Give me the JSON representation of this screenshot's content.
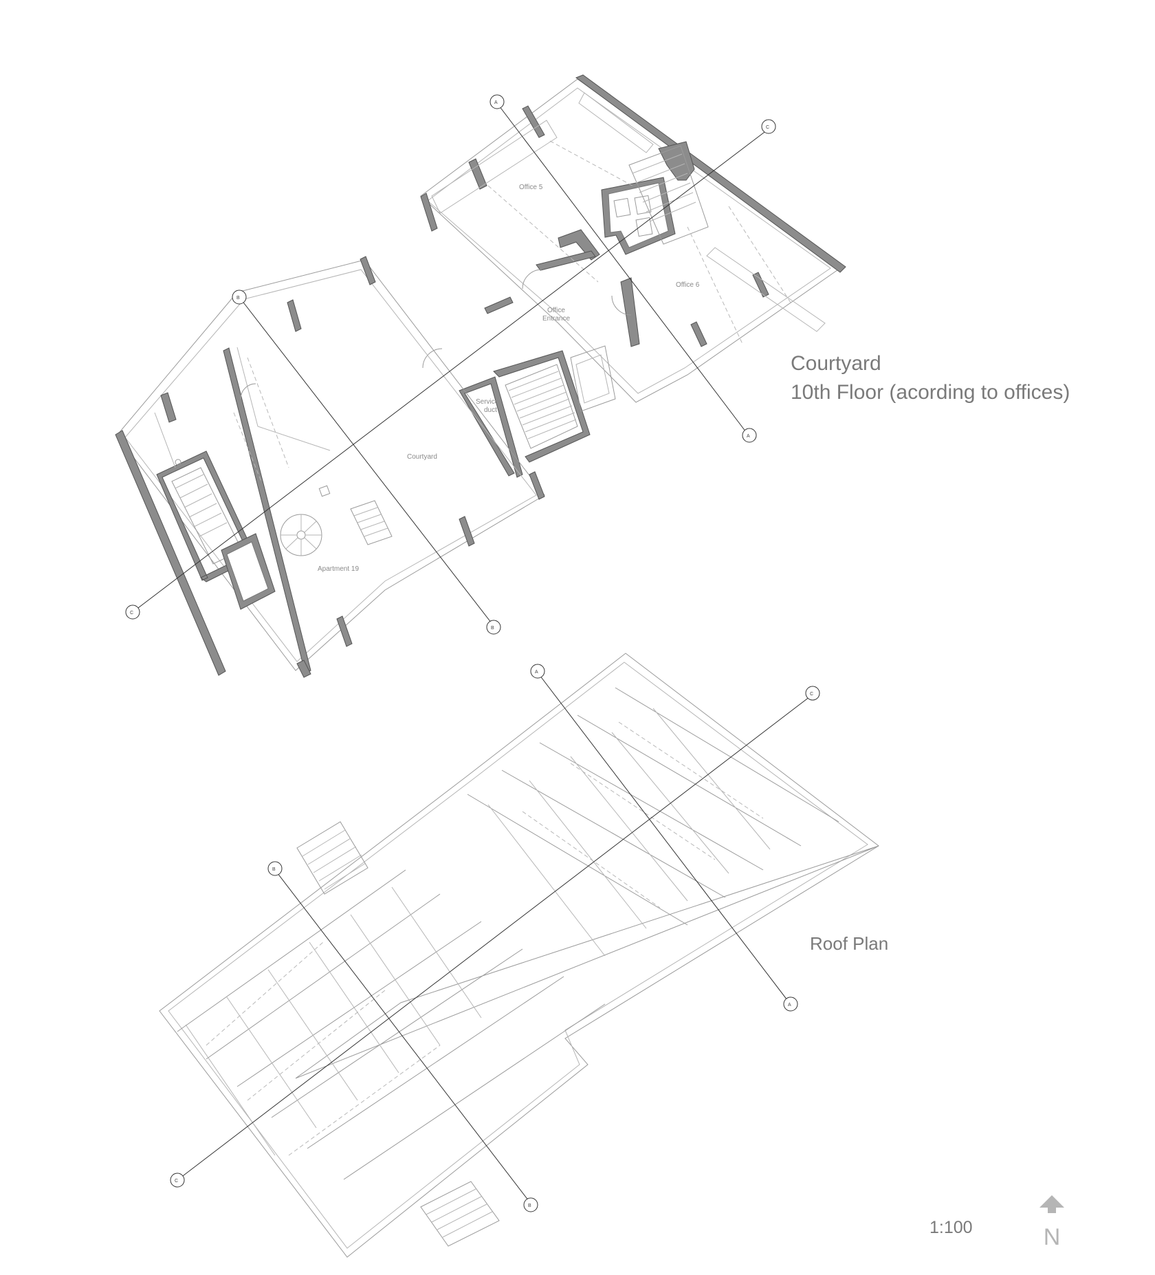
{
  "floor_plan": {
    "title_line1": "Courtyard",
    "title_line2": "10th Floor (acording to offices)",
    "rooms": {
      "office5": "Office 5",
      "office6": "Office 6",
      "office_entrance_1": "Office",
      "office_entrance_2": "Entrance",
      "service_duct_1": "Service",
      "service_duct_2": "duct",
      "courtyard": "Courtyard",
      "apartment": "Apartment 19"
    }
  },
  "roof_plan": {
    "title": "Roof Plan"
  },
  "scale": "1:100",
  "north_arrow": {
    "letter": "N",
    "color": "#b5b5b5"
  },
  "colors": {
    "wall_fill": "#8c8c8c",
    "line": "#9a9a9a",
    "text": "#7a7a7a"
  }
}
